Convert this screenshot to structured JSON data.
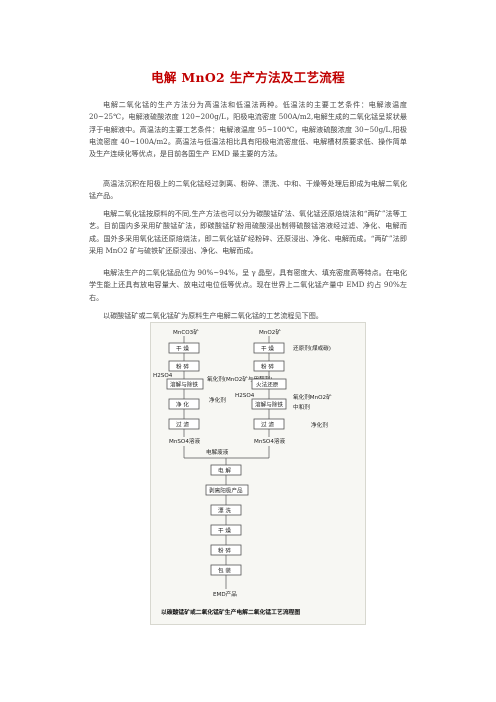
{
  "title": "电解 MnO2 生产方法及工艺流程",
  "paragraphs": [
    "电解二氧化锰的生产方法分为高温法和低温法两种。低温法的主要工艺条件：电解液温度 20~25℃，电解液硫酸浓度 120~200g/L，阳极电流密度 500A/m2,电解生成的二氧化锰呈浆状悬浮于电解液中。高温法的主要工艺条件：电解液温度 95~100℃，电解液硫酸浓度 30~50g/L,阳极电流密度 40~100A/m2。高温法与低温法相比具有阳极电流密度低、电解槽材质要求低、操作简单及生产连续化等优点，是目前各国生产 EMD 最主要的方法。",
    "高温法沉积在阳极上的二氧化锰经过剥离、粉碎、漂洗、中和、干燥等处理后即成为电解二氧化锰产品。",
    "电解二氧化锰按原料的不同,生产方法也可以分为碳酸锰矿法、氧化锰还原焙烧法和“两矿”法等工艺。目前国内多采用矿酸锰矿法，即碳酸锰矿粉用硫酸浸出制得硫酸锰溶液经过滤、净化、电解而成。国外多采用氧化锰还原焙烧法，即二氧化锰矿经粉碎、还原浸出、净化、电解而成。“两矿”法即采用 MnO2 矿与硫铁矿还原浸出、净化、电解而成。",
    "电解法生产的二氧化锰品位为 90%~94%，呈 γ 晶型，具有密度大、填充密度高等特点。在电化学生能上还具有放电容量大、放电过电位低等优点。现在世界上二氧化锰产量中 EMD 约占 90%左右。",
    "以碳酸锰矿或二氧化锰矿为原料生产电解二氧化锰的工艺流程见下图。"
  ],
  "flow": {
    "left_top": "MnCO3矿",
    "right_top": "MnO2矿",
    "left_steps": [
      "干 燥",
      "粉 碎",
      "溶解与除铁",
      "净 化",
      "过 滤"
    ],
    "left_output": "MnSO4溶液",
    "right_steps": [
      "干 燥",
      "粉 碎",
      "火法还原",
      "溶解与除铁",
      "过 滤"
    ],
    "right_output": "MnSO4溶液",
    "h2so4": "H2SO4",
    "oxidant": "氧化剂(MnO2矿与甲醇剂)",
    "purifier": "净化剂",
    "reductant": "还原剂(煤或碳)",
    "h2so4_right": "H2SO4",
    "oxidant_right": "氧化剂MnO2矿",
    "neutralizer": "中和剂",
    "purifier_right": "净化剂",
    "electro_waste": "电解废液",
    "center_steps": [
      "电 解",
      "剥离阳极产品",
      "漂 洗",
      "干 燥",
      "粉 碎",
      "包 装"
    ],
    "product": "EMD产品",
    "caption": "以碳酸锰矿或二氧化锰矿生产电解二氧化锰工艺流程图"
  }
}
